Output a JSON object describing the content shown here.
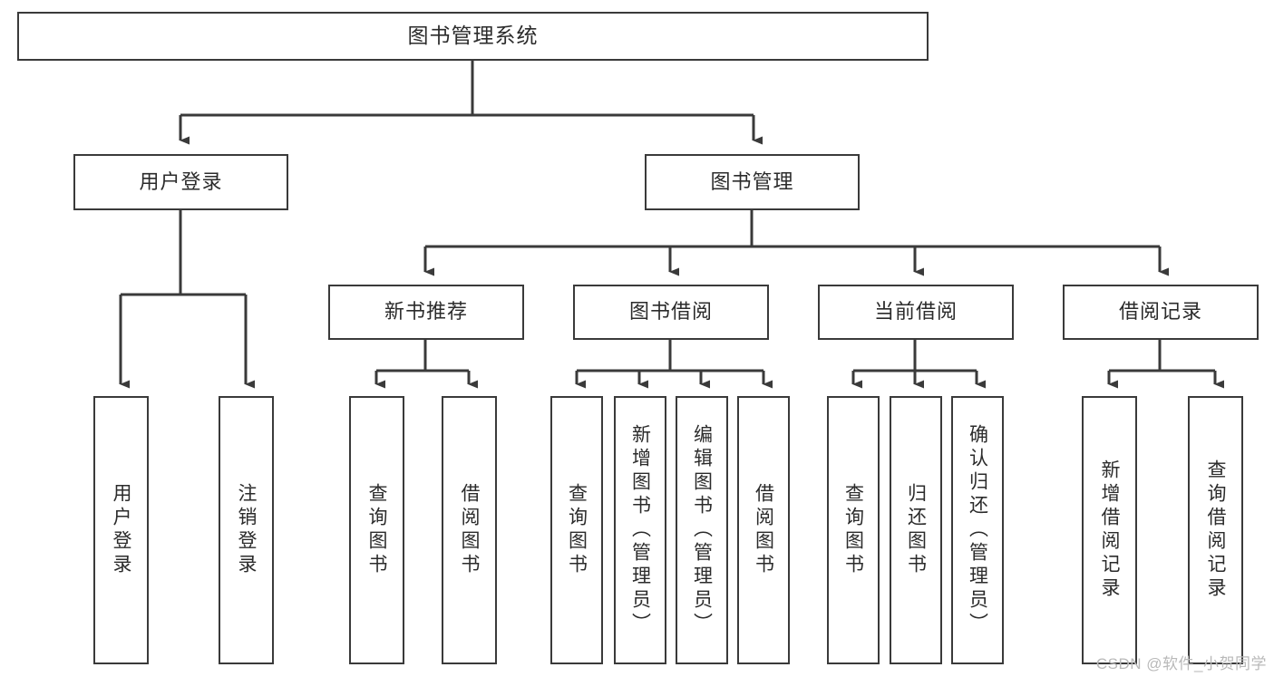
{
  "diagram": {
    "type": "tree-hierarchy",
    "title": "图书管理系统",
    "root": {
      "id": "root",
      "label": "图书管理系统",
      "orientation": "horizontal"
    },
    "level2": [
      {
        "id": "user-login",
        "label": "用户登录",
        "orientation": "horizontal"
      },
      {
        "id": "book-manage",
        "label": "图书管理",
        "orientation": "horizontal"
      }
    ],
    "level3": [
      {
        "id": "new-book-recommend",
        "label": "新书推荐",
        "orientation": "horizontal",
        "parent": "book-manage"
      },
      {
        "id": "book-borrow",
        "label": "图书借阅",
        "orientation": "horizontal",
        "parent": "book-manage"
      },
      {
        "id": "current-borrow",
        "label": "当前借阅",
        "orientation": "horizontal",
        "parent": "book-manage"
      },
      {
        "id": "borrow-record",
        "label": "借阅记录",
        "orientation": "horizontal",
        "parent": "book-manage"
      }
    ],
    "leaves": [
      {
        "id": "leaf-user-login",
        "label": "用户登录",
        "parent": "user-login"
      },
      {
        "id": "leaf-logout-login",
        "label": "注销登录",
        "parent": "user-login"
      },
      {
        "id": "leaf-query-book-1",
        "label": "查询图书",
        "parent": "new-book-recommend"
      },
      {
        "id": "leaf-borrow-book-1",
        "label": "借阅图书",
        "parent": "new-book-recommend"
      },
      {
        "id": "leaf-query-book-2",
        "label": "查询图书",
        "parent": "book-borrow"
      },
      {
        "id": "leaf-add-book",
        "label": "新增图书（管理员）",
        "parent": "book-borrow"
      },
      {
        "id": "leaf-edit-book",
        "label": "编辑图书（管理员）",
        "parent": "book-borrow"
      },
      {
        "id": "leaf-borrow-book-2",
        "label": "借阅图书",
        "parent": "book-borrow"
      },
      {
        "id": "leaf-query-book-3",
        "label": "查询图书",
        "parent": "current-borrow"
      },
      {
        "id": "leaf-return-book",
        "label": "归还图书",
        "parent": "current-borrow"
      },
      {
        "id": "leaf-confirm-return",
        "label": "确认归还（管理员）",
        "parent": "current-borrow"
      },
      {
        "id": "leaf-add-borrow-record",
        "label": "新增借阅记录",
        "parent": "borrow-record"
      },
      {
        "id": "leaf-query-borrow-record",
        "label": "查询借阅记录",
        "parent": "borrow-record"
      }
    ],
    "watermark": "CSDN @软件_小贺同学",
    "colors": {
      "stroke": "#3a3a3a",
      "background": "#ffffff",
      "text": "#2b2b2b",
      "watermark": "#b9b9b9"
    }
  }
}
